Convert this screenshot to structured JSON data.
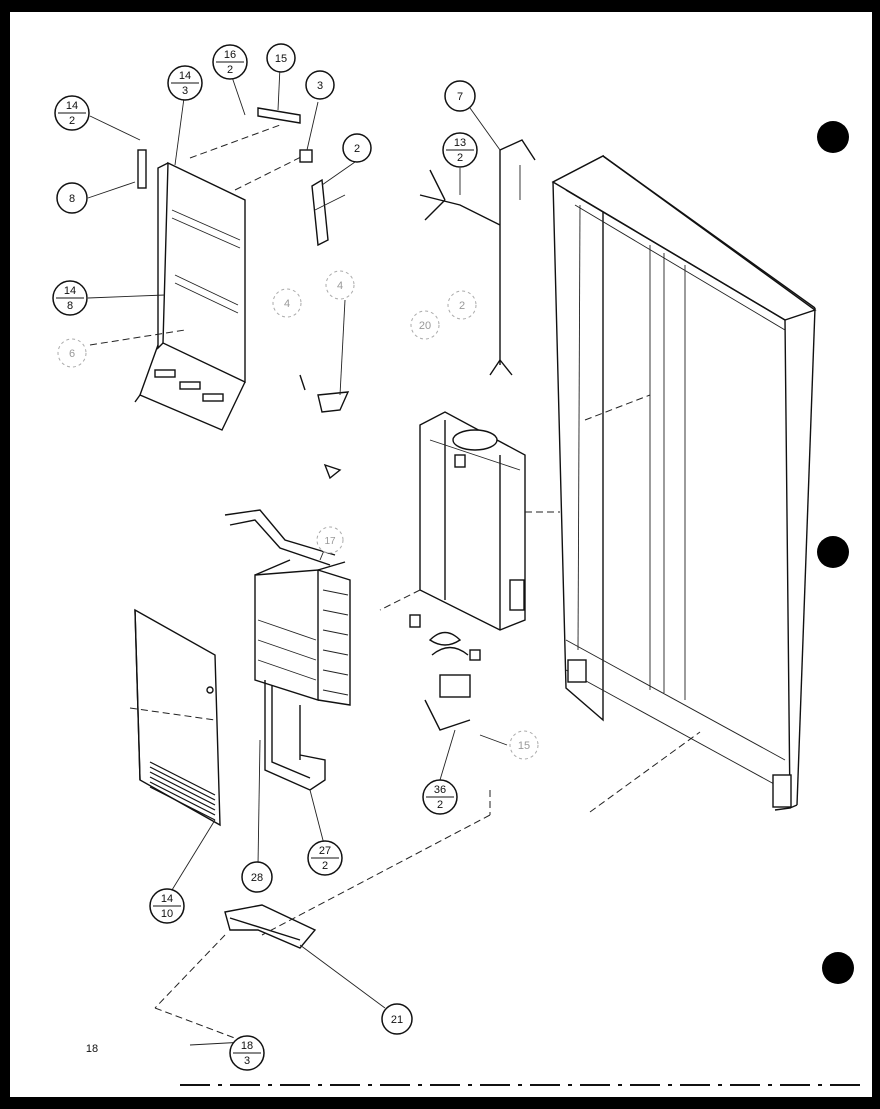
{
  "page_number": "18",
  "callouts": {
    "c_14_2": {
      "top": "14",
      "bottom": "2"
    },
    "c_14_3": {
      "top": "14",
      "bottom": "3"
    },
    "c_16_2": {
      "top": "16",
      "bottom": "2"
    },
    "c_15_top": "15",
    "c_3": "3",
    "c_2": "2",
    "c_7": "7",
    "c_13_2": {
      "top": "13",
      "bottom": "2"
    },
    "c_8": "8",
    "c_14_8": {
      "top": "14",
      "bottom": "8"
    },
    "c_4_a": "4",
    "c_4_b": "4",
    "c_20": "20",
    "c_2_b": "2",
    "c_6": "6",
    "c_17": "17",
    "c_15_bottom": "15",
    "c_36_2": {
      "top": "36",
      "bottom": "2"
    },
    "c_28": "28",
    "c_27_2": {
      "top": "27",
      "bottom": "2"
    },
    "c_14_10": {
      "top": "14",
      "bottom": "10"
    },
    "c_21": "21",
    "c_18_3": {
      "top": "18",
      "bottom": "3"
    }
  }
}
